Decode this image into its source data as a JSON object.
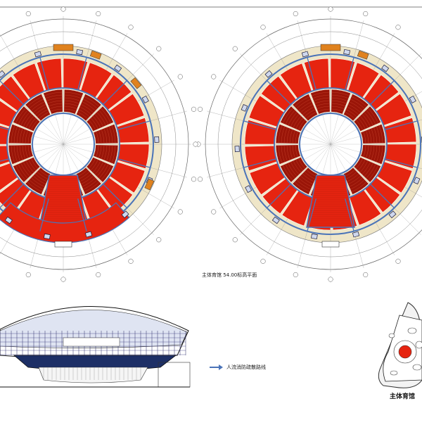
{
  "captions": {
    "left_plan": "",
    "right_plan": "主体育馆 54.00标高平面",
    "legend": "人流消防疏散路线",
    "site": "主体育馆",
    "note": ""
  },
  "colors": {
    "seat_red": "#e62410",
    "seat_dark": "#9a1508",
    "ring_beige": "#efe6c8",
    "route_blue": "#4a73b8",
    "dark_navy": "#1a1a3a",
    "stair_orange": "#e0821e"
  },
  "elements": {
    "plans": [
      "left-arena-plan",
      "right-arena-plan"
    ],
    "elevation": "arena-elevation",
    "site_plan": "site-plan"
  }
}
